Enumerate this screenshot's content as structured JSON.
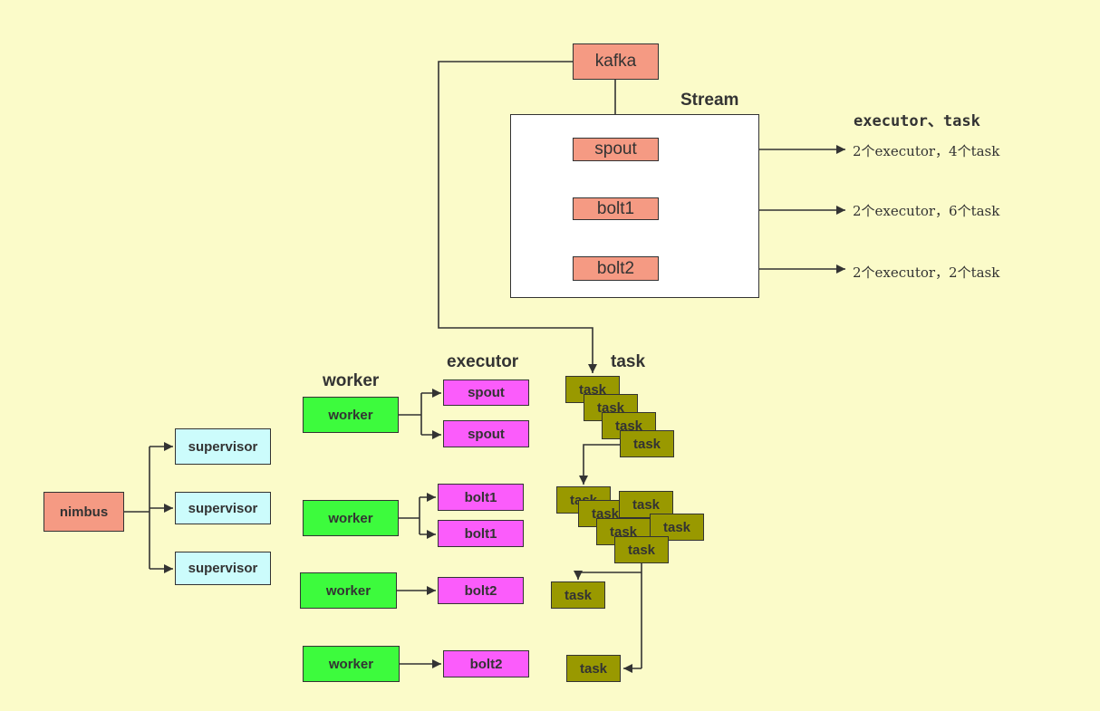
{
  "headings": {
    "stream": "Stream",
    "executor_task": "executor、task",
    "worker": "worker",
    "executor": "executor",
    "task": "task"
  },
  "nodes": {
    "kafka": "kafka",
    "spout": "spout",
    "bolt1": "bolt1",
    "bolt2": "bolt2",
    "nimbus": "nimbus",
    "supervisor": "supervisor",
    "worker": "worker",
    "task": "task"
  },
  "annotations": {
    "spout": "2个executor，4个task",
    "bolt1": "2个executor，6个task",
    "bolt2": "2个executor，2个task"
  },
  "colors": {
    "background": "#fbfbc9",
    "stream_node": "#f59a83",
    "supervisor": "#ccfcfc",
    "worker": "#3dfb3d",
    "executor": "#fb5cfb",
    "task": "#999900",
    "line": "#333333"
  }
}
